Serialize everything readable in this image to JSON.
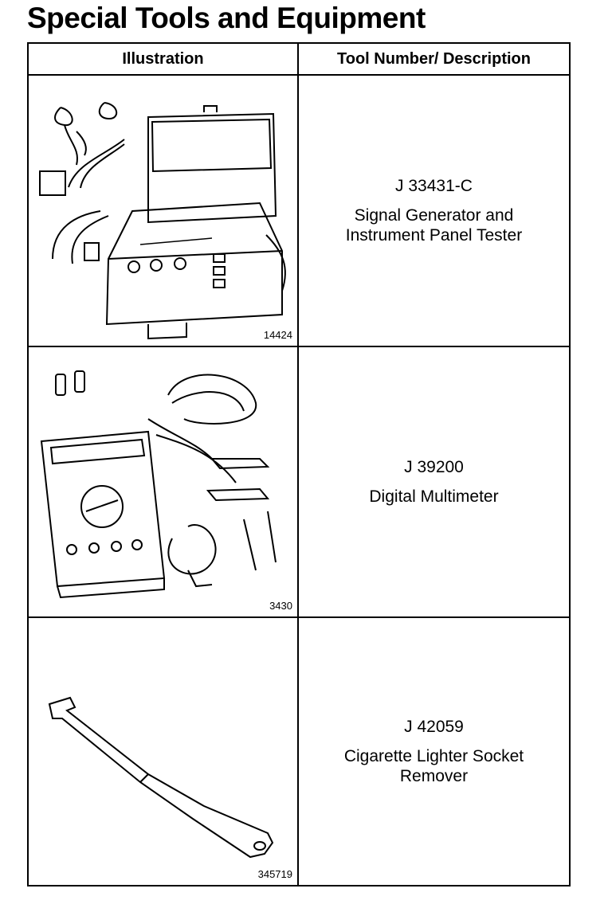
{
  "title": "Special Tools and Equipment",
  "table": {
    "headers": {
      "illustration": "Illustration",
      "description": "Tool Number/ Description"
    },
    "rows": [
      {
        "figure_number": "14424",
        "tool_number": "J 33431-C",
        "description": "Signal Generator and\nInstrument Panel Tester",
        "illustration_icon": "tester-case-illustration"
      },
      {
        "figure_number": "3430",
        "tool_number": "J 39200",
        "description": "Digital Multimeter",
        "illustration_icon": "multimeter-illustration"
      },
      {
        "figure_number": "345719",
        "tool_number": "J 42059",
        "description": "Cigarette Lighter Socket\nRemover",
        "illustration_icon": "socket-remover-illustration"
      }
    ]
  }
}
